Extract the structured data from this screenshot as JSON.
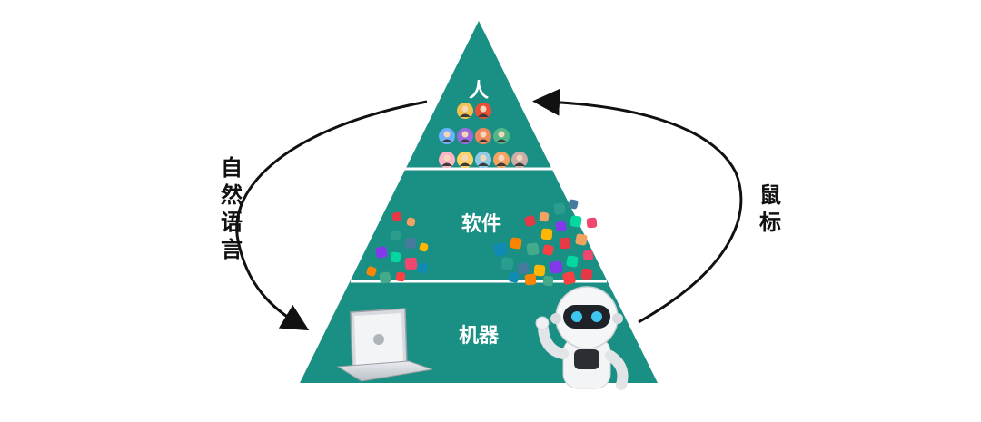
{
  "colors": {
    "pyramid": "#1a8f83",
    "divider": "#ffffff",
    "arrow": "#111111",
    "background": "#ffffff"
  },
  "tiers": {
    "top": {
      "label": "人"
    },
    "middle": {
      "label": "软件"
    },
    "bottom": {
      "label": "机器"
    }
  },
  "left_arrow": {
    "label_chars": [
      "自",
      "然",
      "语",
      "言"
    ]
  },
  "right_arrow": {
    "label_chars": [
      "鼠",
      "标"
    ]
  },
  "icons": {
    "people": "people-avatars-icon",
    "apps": "app-icons-cluster",
    "laptop": "laptop-icon",
    "robot": "robot-icon"
  }
}
